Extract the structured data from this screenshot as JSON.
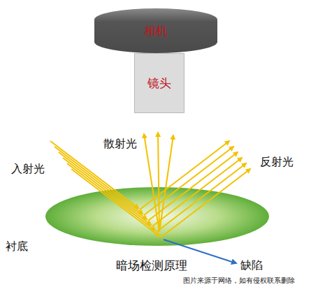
{
  "diagram": {
    "title": "暗场检测原理",
    "nodes": [
      {
        "text": [
          "相机"
        ]
      },
      {
        "text": [
          "镜头"
        ]
      }
    ],
    "labels": [
      "散射光",
      "入射光",
      "反射光",
      "衬底",
      "缺陷",
      "图片来源于网络，如有侵权联系删除"
    ]
  }
}
